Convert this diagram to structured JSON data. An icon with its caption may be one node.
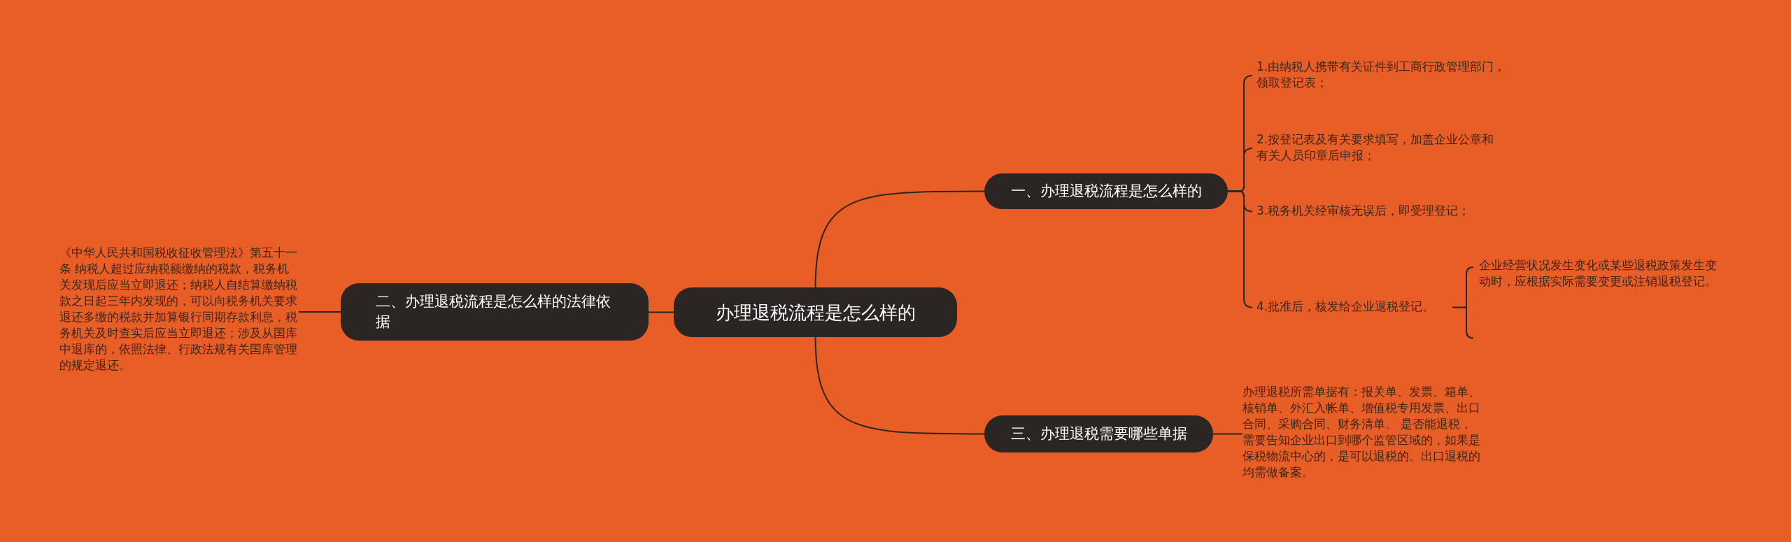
{
  "diagram": {
    "nodes": [
      {
        "text": [
          "办理退税流程是怎么样的"
        ]
      },
      {
        "text": [
          "一、办理退税流程是怎么样的"
        ]
      },
      {
        "text": [
          "1.由纳税人携带有关证件到工商行政管理部门，领取登记表；"
        ]
      },
      {
        "text": [
          "2.按登记表及有关要求填写，加盖企业公章和有关人员印章后申报；"
        ]
      },
      {
        "text": [
          "3.税务机关经审核无误后，即受理登记；"
        ]
      },
      {
        "text": [
          "4.批准后，核发给企业退税登记。"
        ]
      },
      {
        "text": [
          "企业经营状况发生变化或某些退税政策发生变动时，应根据实际需要变更或注销退税登记。"
        ]
      },
      {
        "text": [
          "二、办理退税流程是怎么样的法律依据"
        ]
      },
      {
        "text": [
          "《中华人民共和国税收征收管理法》第五十一条 纳税人超过应纳税额缴纳的税款，税务机关发现后应当立即退还；纳税人自结算缴纳税款之日起三年内发现的，可以向税务机关要求退还多缴的税款并加算银行同期存款利息，税务机关及时查实后应当立即退还；涉及从国库中退库的，依照法律、行政法规有关国库管理的规定退还。"
        ]
      },
      {
        "text": [
          "三、办理退税需要哪些单据"
        ]
      },
      {
        "text": [
          "办理退税所需单据有：报关单、发票、箱单、核销单、外汇入帐单、增值税专用发票、出口合同、采购合同、财务清单。 是否能退税，需要告知企业出口到哪个监管区域的，如果是保税物流中心的，是可以退税的。出口退税的均需做备案。"
        ]
      }
    ],
    "edges": [
      {
        "from": 0,
        "to": 1,
        "arrow": "none"
      },
      {
        "from": 1,
        "to": 2,
        "arrow": "none"
      },
      {
        "from": 1,
        "to": 3,
        "arrow": "none"
      },
      {
        "from": 1,
        "to": 4,
        "arrow": "none"
      },
      {
        "from": 1,
        "to": 5,
        "arrow": "none"
      },
      {
        "from": 5,
        "to": 6,
        "arrow": "none"
      },
      {
        "from": 0,
        "to": 7,
        "arrow": "none"
      },
      {
        "from": 7,
        "to": 8,
        "arrow": "none"
      },
      {
        "from": 0,
        "to": 9,
        "arrow": "none"
      },
      {
        "from": 9,
        "to": 10,
        "arrow": "none"
      }
    ]
  }
}
